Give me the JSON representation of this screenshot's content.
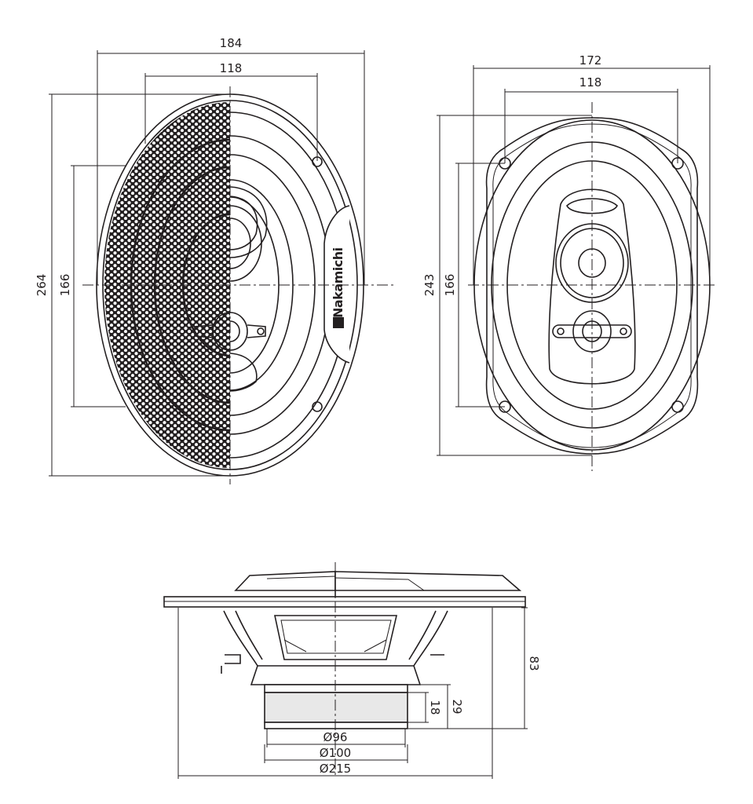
{
  "front_view": {
    "width_outer": "184",
    "width_mount": "118",
    "height_outer": "264",
    "height_mount": "166",
    "brand_logo": "Nakamichi"
  },
  "rear_view": {
    "width_outer": "172",
    "width_mount": "118",
    "height_outer": "243",
    "height_mount": "166"
  },
  "side_view": {
    "depth_total": "83",
    "magnet_height": "18",
    "magnet_depth": "29",
    "diameter_magnet": "Ø96",
    "diameter_plate": "Ø100",
    "diameter_basket": "Ø215"
  }
}
